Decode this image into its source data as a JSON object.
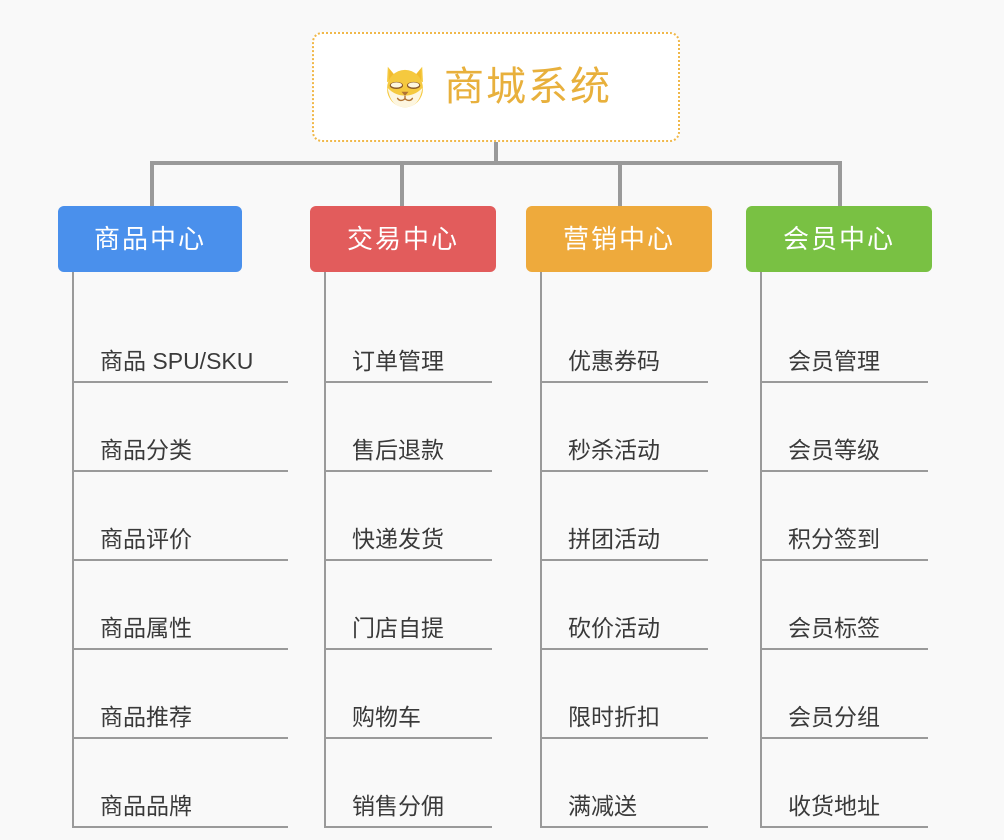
{
  "root": {
    "icon": "shiba-dog-face-icon",
    "title": "商城系统",
    "border_color": "#f0b84a",
    "title_color": "#e8b03c",
    "background": "#ffffff"
  },
  "canvas": {
    "background": "#f9f9f9",
    "connector_color": "#9a9a9a"
  },
  "columns": [
    {
      "header": "商品中心",
      "color": "#4a90ec",
      "items": [
        "商品 SPU/SKU",
        "商品分类",
        "商品评价",
        "商品属性",
        "商品推荐",
        "商品品牌"
      ]
    },
    {
      "header": "交易中心",
      "color": "#e25c5c",
      "items": [
        "订单管理",
        "售后退款",
        "快递发货",
        "门店自提",
        "购物车",
        "销售分佣"
      ]
    },
    {
      "header": "营销中心",
      "color": "#eeaa3c",
      "items": [
        "优惠券码",
        "秒杀活动",
        "拼团活动",
        "砍价活动",
        "限时折扣",
        "满减送"
      ]
    },
    {
      "header": "会员中心",
      "color": "#79c143",
      "items": [
        "会员管理",
        "会员等级",
        "积分签到",
        "会员标签",
        "会员分组",
        "收货地址"
      ]
    }
  ]
}
